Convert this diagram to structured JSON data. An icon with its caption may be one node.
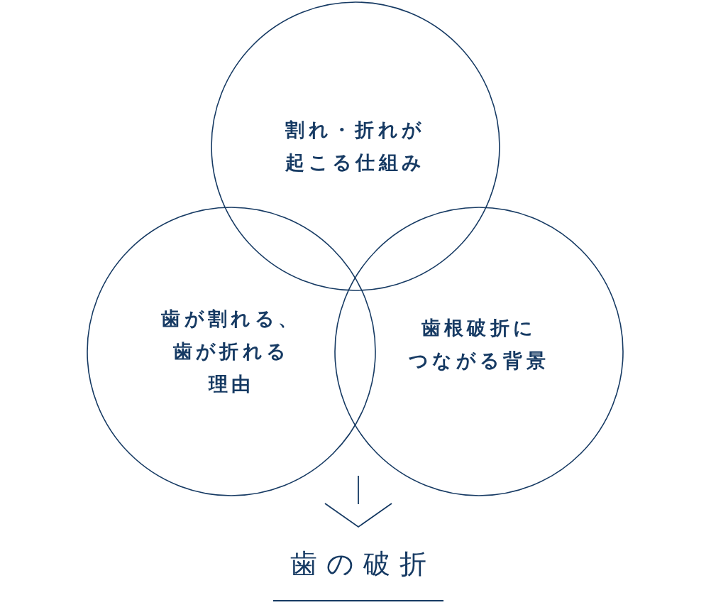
{
  "diagram": {
    "nodes": [
      {
        "text": [
          "割れ・折れが起こる仕組み"
        ]
      },
      {
        "text": [
          "歯が割れる、歯が折れる理由"
        ]
      },
      {
        "text": [
          "歯根破折につながる背景"
        ]
      },
      {
        "text": [
          "歯の破折"
        ]
      }
    ],
    "edges": [
      {
        "from": null,
        "to": 3,
        "arrow": "to"
      }
    ]
  }
}
